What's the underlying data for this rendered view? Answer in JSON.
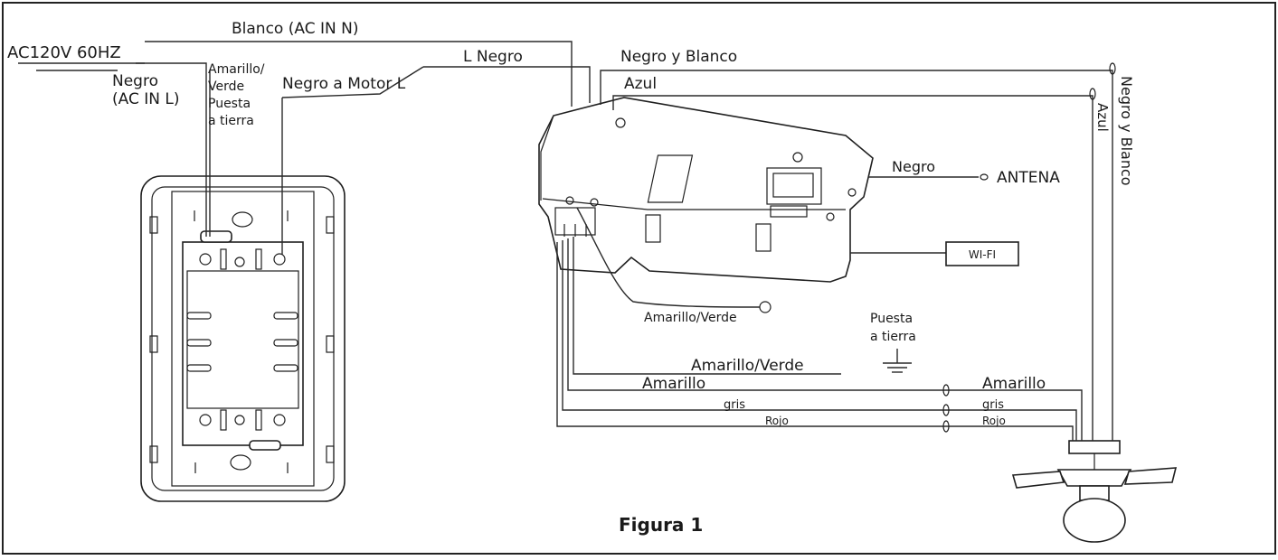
{
  "figure": {
    "caption": "Figura 1",
    "labels": {
      "power_source": "AC120V 60HZ",
      "neutral_white": "Blanco (AC IN N)",
      "line_black_in": "Negro\n(AC IN L)",
      "ground_switch": "Amarillo/\nVerde\nPuesta\na tierra",
      "black_to_motor": "Negro a Motor L",
      "l_black": "L  Negro",
      "black_white_top": "Negro y Blanco",
      "blue_top": "Azul",
      "black_white_side": "Negro y Blanco",
      "blue_side": "Azul",
      "antenna_wire": "Negro",
      "antenna": "ANTENA",
      "wifi": "WI-FI",
      "ground_lead": "Amarillo/Verde",
      "earth_ground": "Puesta\na tierra",
      "yellow_green": "Amarillo/Verde",
      "yellow_left": "Amarillo",
      "gray_left": "gris",
      "red_left": "Rojo",
      "yellow_right": "Amarillo",
      "gray_right": "gris",
      "red_right": "Rojo"
    }
  }
}
